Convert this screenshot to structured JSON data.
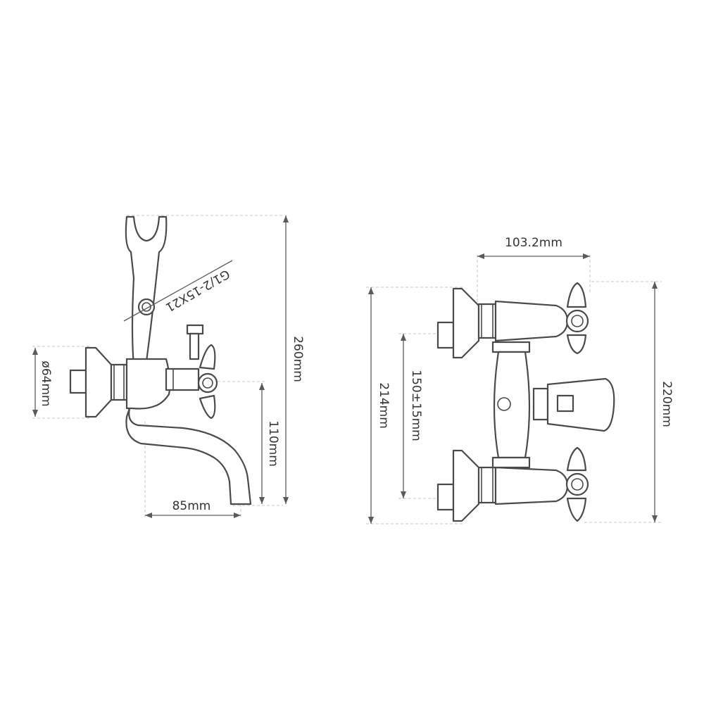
{
  "side_view": {
    "dim_height_total": "260mm",
    "dim_spout_height": "110mm",
    "dim_spout_reach": "85mm",
    "dim_flange_diameter": "ø64mm",
    "dim_thread": "G1/2-15X21"
  },
  "front_view": {
    "dim_width": "103.2mm",
    "dim_height_total": "220mm",
    "dim_height_outer": "214mm",
    "dim_center_distance": "150±15mm"
  },
  "colors": {
    "outline": "#4a4a4a",
    "dimension": "#5a5a5a",
    "extension": "#c4c4c4",
    "background": "#ffffff"
  }
}
